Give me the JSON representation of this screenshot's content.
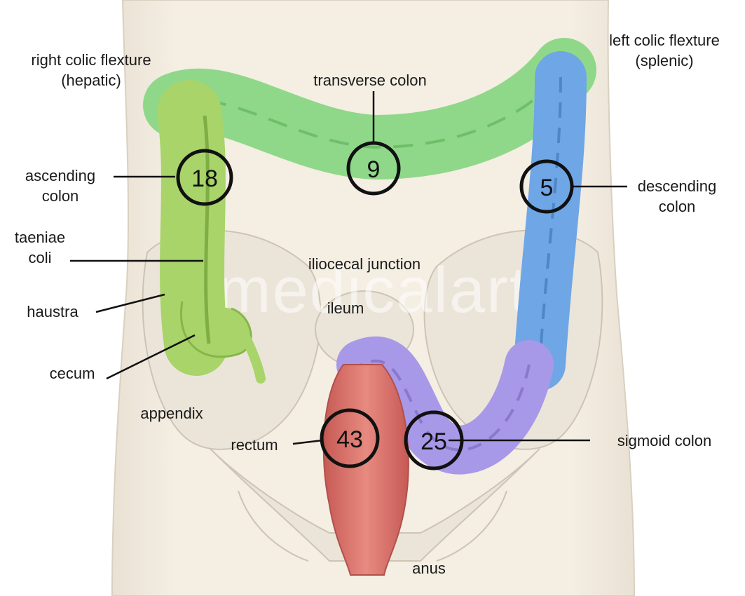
{
  "labels": {
    "right_flexture_1": "right colic flexture",
    "right_flexture_2": "(hepatic)",
    "left_flexture_1": "left colic flexture",
    "left_flexture_2": "(splenic)",
    "transverse": "transverse colon",
    "ascending_1": "ascending",
    "ascending_2": "colon",
    "descending_1": "descending",
    "descending_2": "colon",
    "taeniae_1": "taeniae",
    "taeniae_2": "coli",
    "haustra": "haustra",
    "cecum": "cecum",
    "appendix": "appendix",
    "iliocecal": "iliocecal junction",
    "ileum": "ileum",
    "rectum": "rectum",
    "sigmoid": "sigmoid colon",
    "anus": "anus"
  },
  "markers": {
    "ascending": "18",
    "transverse": "9",
    "descending": "5",
    "rectum": "43",
    "sigmoid": "25"
  },
  "watermark": "medicalart",
  "colors": {
    "ascending": "#a8d46a",
    "transverse": "#8fd889",
    "descending": "#6fa6e6",
    "sigmoid": "#a898e8",
    "rectum": "#e07c74",
    "skin": "#f2ebdf",
    "bone": "#e6e0d4"
  }
}
